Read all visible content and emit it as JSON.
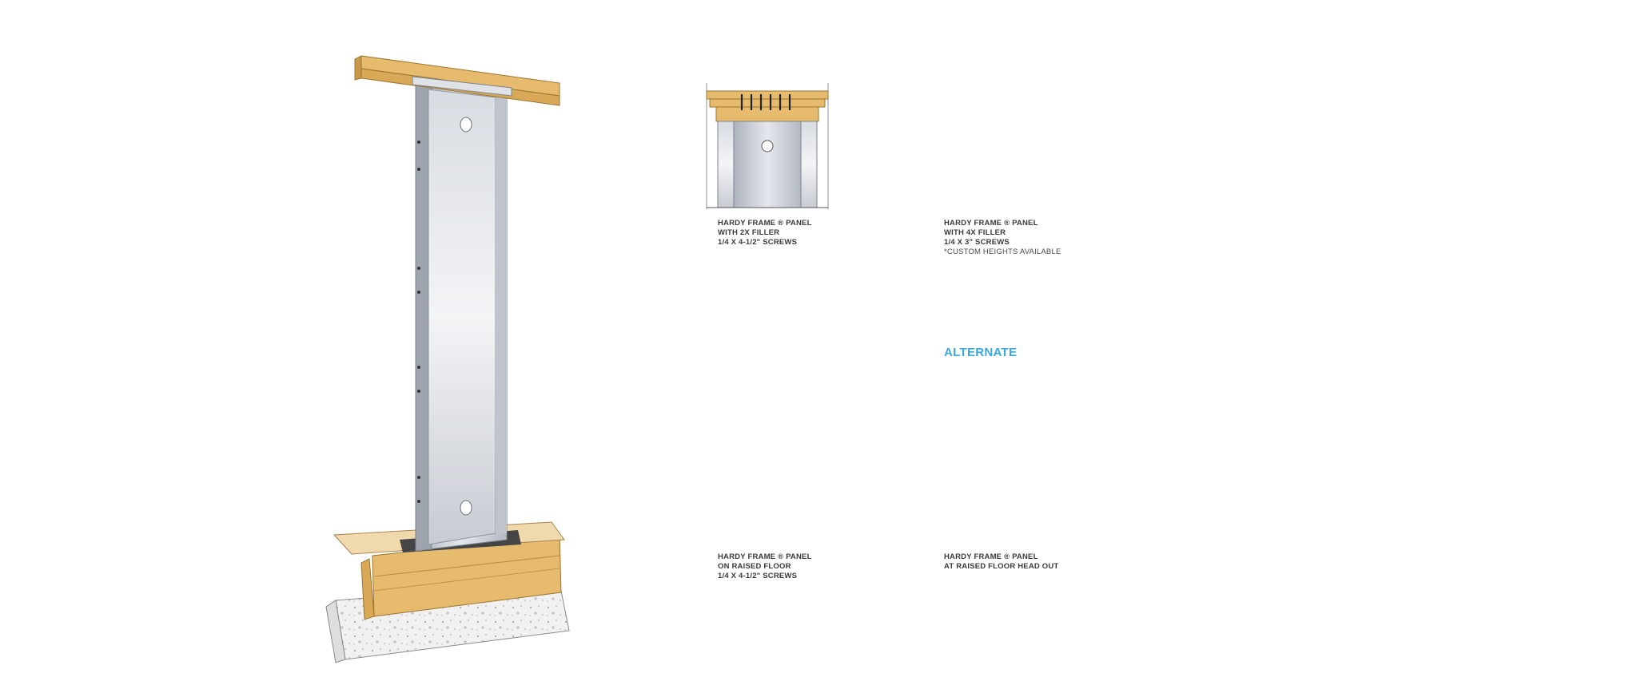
{
  "colors": {
    "wood": "#e6bb6e",
    "wood_dark": "#b98b3c",
    "steel": "#c9ced6",
    "steel_dark": "#8a9099",
    "concrete": "#eeeeee",
    "accent": "#3aa8dc",
    "caption": "#3a3a3a"
  },
  "details": {
    "filler_2x": {
      "line1": "HARDY FRAME ® PANEL",
      "line2": "WITH 2X FILLER",
      "line3": "1/4 X 4-1/2\" SCREWS"
    },
    "filler_4x": {
      "line1": "HARDY FRAME ® PANEL",
      "line2": "WITH 4X FILLER",
      "line3": "1/4 X 3\" SCREWS",
      "note": "*CUSTOM HEIGHTS AVAILABLE"
    },
    "raised_floor": {
      "line1": "HARDY FRAME ® PANEL",
      "line2": "ON RAISED FLOOR",
      "line3": "1/4 X 4-1/2\" SCREWS"
    },
    "raised_floor_head_out": {
      "label": "ALTERNATE",
      "line1": "HARDY FRAME ® PANEL",
      "line2": "AT RAISED FLOOR HEAD OUT"
    }
  }
}
